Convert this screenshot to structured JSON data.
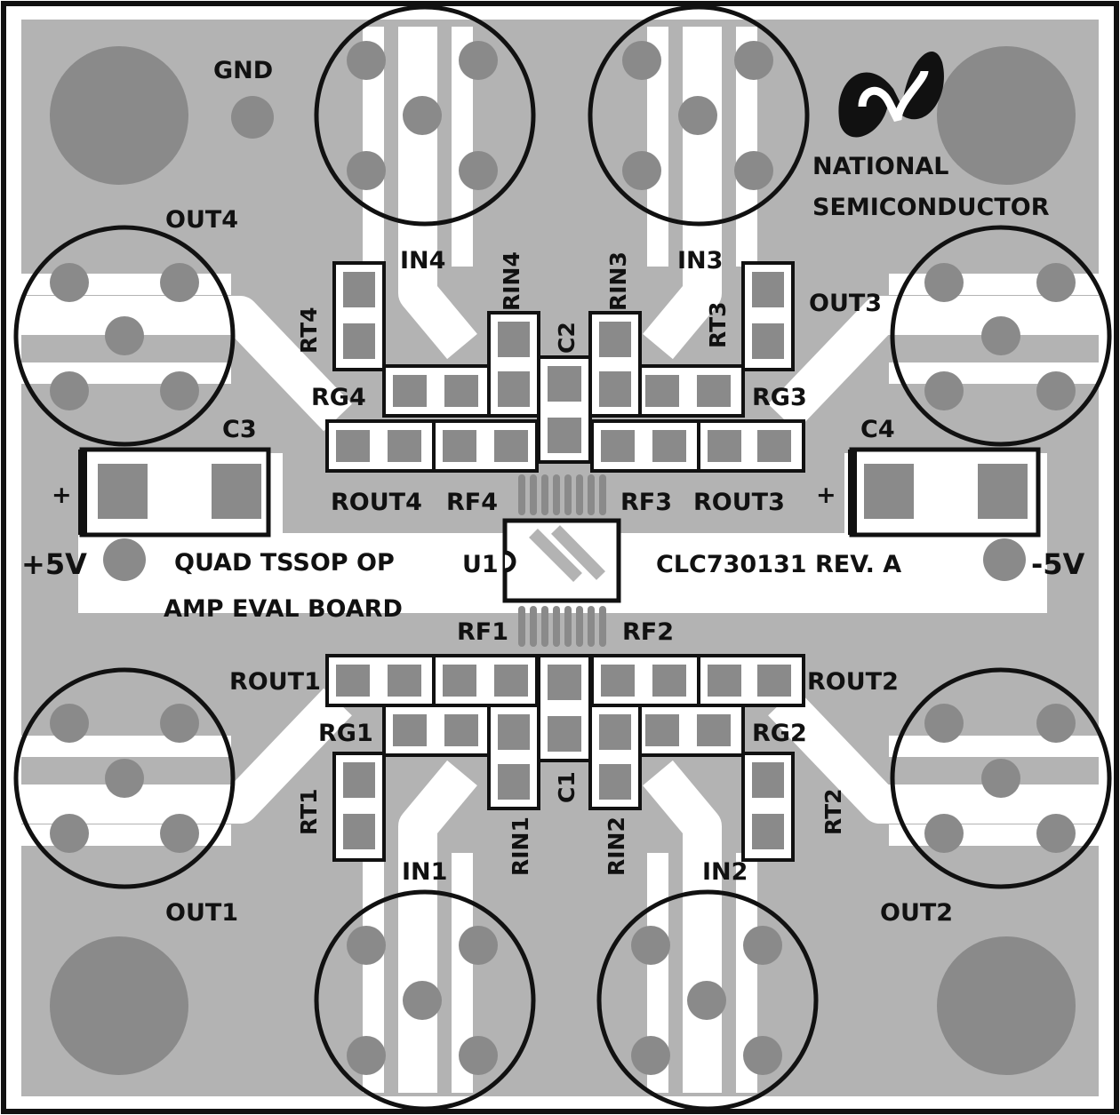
{
  "board": {
    "title_line1": "QUAD TSSOP OP",
    "title_line2": "AMP EVAL BOARD",
    "part_number": "CLC730131 REV. A",
    "gnd": "GND",
    "pos_supply": "+5V",
    "neg_supply": "-5V",
    "plus_c3": "+",
    "plus_c4": "+"
  },
  "logo": {
    "line1": "NATIONAL",
    "line2": "SEMICONDUCTOR"
  },
  "connectors": {
    "in1": "IN1",
    "in2": "IN2",
    "in3": "IN3",
    "in4": "IN4",
    "out1": "OUT1",
    "out2": "OUT2",
    "out3": "OUT3",
    "out4": "OUT4"
  },
  "components": {
    "u1": "U1",
    "c1": "C1",
    "c2": "C2",
    "c3": "C3",
    "c4": "C4",
    "rf1": "RF1",
    "rf2": "RF2",
    "rf3": "RF3",
    "rf4": "RF4",
    "rg1": "RG1",
    "rg2": "RG2",
    "rg3": "RG3",
    "rg4": "RG4",
    "rout1": "ROUT1",
    "rout2": "ROUT2",
    "rout3": "ROUT3",
    "rout4": "ROUT4",
    "rt1": "RT1",
    "rt2": "RT2",
    "rt3": "RT3",
    "rt4": "RT4",
    "rin1": "RIN1",
    "rin2": "RIN2",
    "rin3": "RIN3",
    "rin4": "RIN4"
  },
  "colors": {
    "board": "#b3b3b3",
    "pad": "#8a8a8a",
    "trace": "#ffffff",
    "silkscreen": "#111111"
  }
}
